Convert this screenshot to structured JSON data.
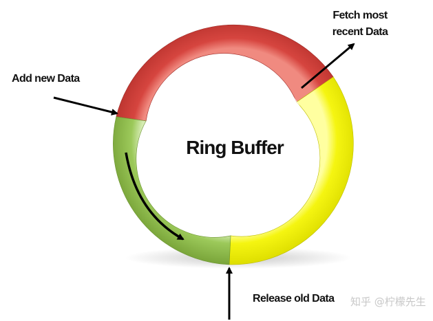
{
  "diagram": {
    "center_label": "Ring Buffer",
    "label_fetch_line1": "Fetch most",
    "label_fetch_line2": "recent Data",
    "label_add": "Add new Data",
    "label_release": "Release old Data",
    "watermark": "知乎 @柠檬先生",
    "colors": {
      "red_segment": "#d6453f",
      "yellow_segment": "#f3f308",
      "green_segment": "#92c34a",
      "arrow": "#000000"
    }
  }
}
